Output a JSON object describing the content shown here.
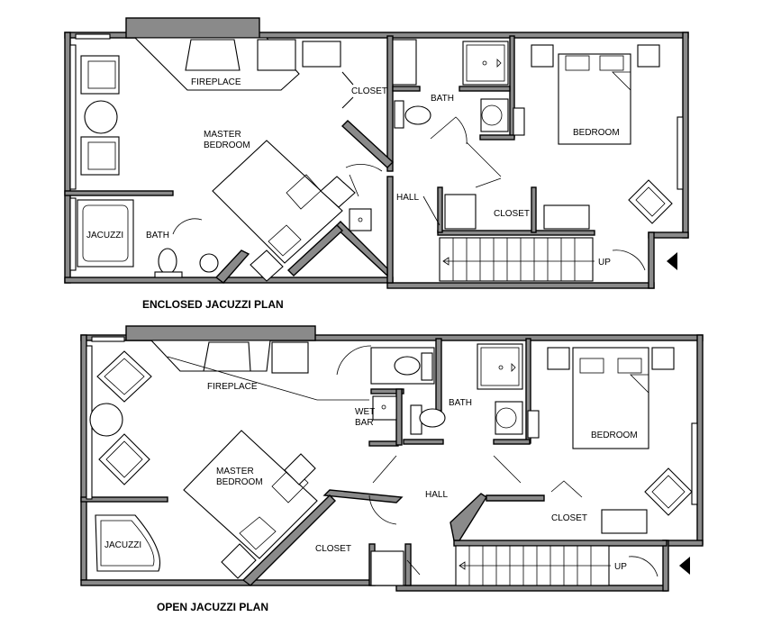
{
  "plans": [
    {
      "caption": "ENCLOSED JACUZZI PLAN",
      "rooms": {
        "fireplace": "FIREPLACE",
        "master_line1": "MASTER",
        "master_line2": "BEDROOM",
        "closet_a": "CLOSET",
        "bath_a": "BATH",
        "bedroom": "BEDROOM",
        "hall": "HALL",
        "closet_b": "CLOSET",
        "jacuzzi": "JACUZZI",
        "bath_b": "BATH",
        "up": "UP"
      }
    },
    {
      "caption": "OPEN JACUZZI PLAN",
      "rooms": {
        "fireplace": "FIREPLACE",
        "wet_line1": "WET",
        "wet_line2": "BAR",
        "bath": "BATH",
        "bedroom": "BEDROOM",
        "master_line1": "MASTER",
        "master_line2": "BEDROOM",
        "hall": "HALL",
        "closet_a": "CLOSET",
        "closet_b": "CLOSET",
        "jacuzzi": "JACUZZI",
        "up": "UP"
      }
    }
  ]
}
